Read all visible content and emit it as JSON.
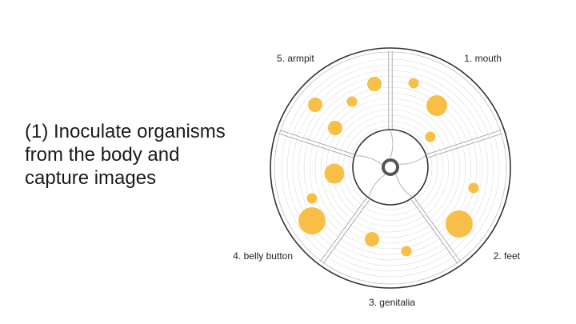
{
  "headline": {
    "line1": "(1) Inoculate organisms",
    "line2": "from the body and",
    "line3": "capture images"
  },
  "sectors": [
    {
      "label": "1. mouth"
    },
    {
      "label": "2. feet"
    },
    {
      "label": "3. genitalia"
    },
    {
      "label": "4. belly button"
    },
    {
      "label": "5. armpit"
    }
  ],
  "colors": {
    "colony": "#F7BF45",
    "plate_rim": "#333333",
    "ring_lines": "#d9d9d9",
    "divider": "#9a9a9a",
    "text": "#1a1a1a"
  }
}
